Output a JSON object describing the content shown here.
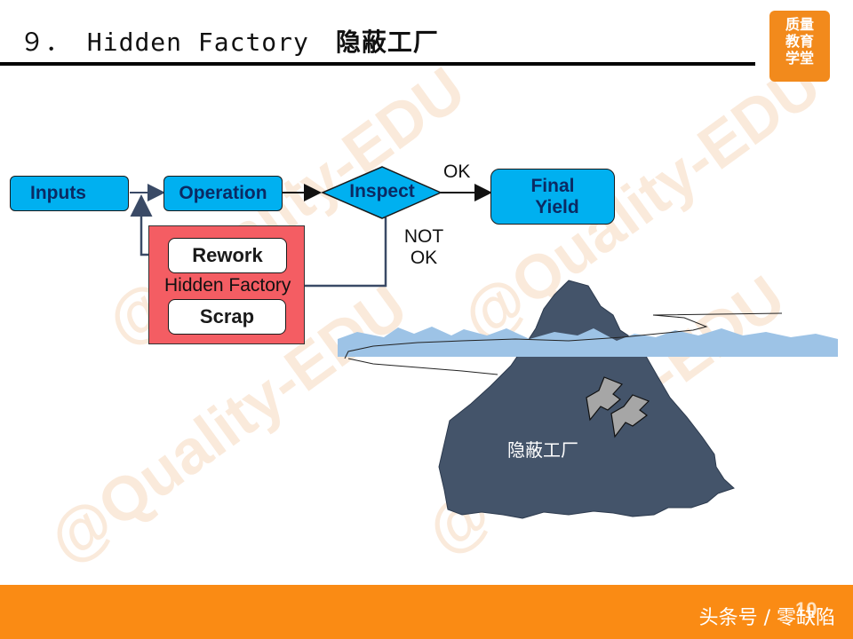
{
  "header": {
    "number": "９．",
    "title_en": "Hidden Factory",
    "title_cn": "隐蔽工厂"
  },
  "logo": {
    "lines": [
      "质量",
      "教育",
      "学堂"
    ]
  },
  "watermark": {
    "text": "@Quality-EDU"
  },
  "flow": {
    "inputs": "Inputs",
    "operation": "Operation",
    "inspect": "Inspect",
    "final_line1": "Final",
    "final_line2": "Yield",
    "ok": "OK",
    "not_ok_line1": "NOT",
    "not_ok_line2": "OK",
    "rework": "Rework",
    "scrap": "Scrap",
    "hidden_factory": "Hidden Factory"
  },
  "iceberg": {
    "label": "隐蔽工厂"
  },
  "footer": {
    "source": "头条号 / 零缺陷",
    "page": "10"
  },
  "colors": {
    "process_box": "#00b0f0",
    "hidden_factory_box": "#f45d63",
    "iceberg": "#44546a",
    "water": "#9dc3e6",
    "footer_bar": "#fa8b14"
  }
}
